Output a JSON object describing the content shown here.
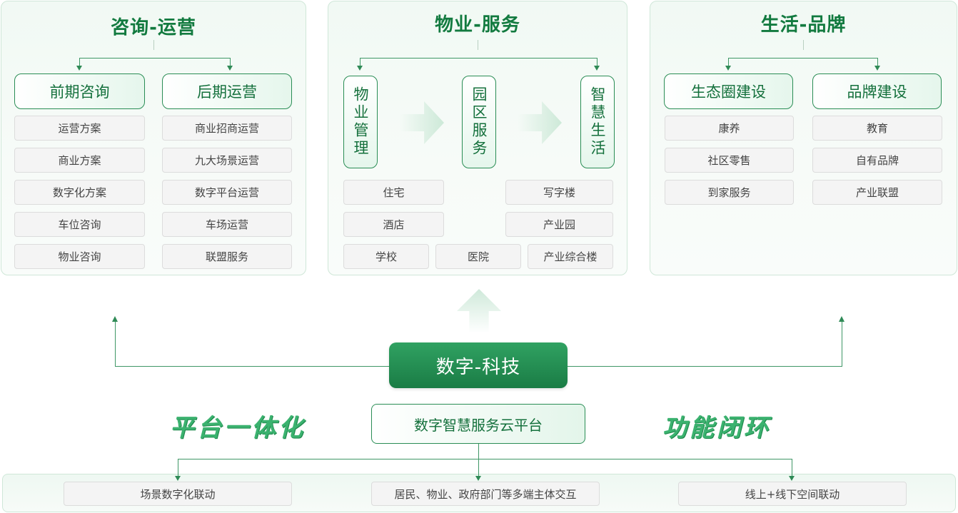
{
  "consulting": {
    "title": "咨询-运营",
    "left_head": "前期咨询",
    "right_head": "后期运营",
    "left_items": [
      "运营方案",
      "商业方案",
      "数字化方案",
      "车位咨询",
      "物业咨询"
    ],
    "right_items": [
      "商业招商运营",
      "九大场景运营",
      "数字平台运营",
      "车场运营",
      "联盟服务"
    ]
  },
  "property": {
    "title": "物业-服务",
    "steps": [
      "物业管理",
      "园区服务",
      "智慧生活"
    ],
    "items": [
      "住宅",
      "写字楼",
      "酒店",
      "产业园",
      "学校",
      "医院",
      "产业综合楼"
    ]
  },
  "life": {
    "title": "生活-品牌",
    "left_head": "生态圈建设",
    "right_head": "品牌建设",
    "left_items": [
      "康养",
      "社区零售",
      "到家服务"
    ],
    "right_items": [
      "教育",
      "自有品牌",
      "产业联盟"
    ]
  },
  "tech": {
    "label": "数字-科技"
  },
  "platform": {
    "label": "数字智慧服务云平台"
  },
  "slogans": {
    "left": "平台一体化",
    "right": "功能闭环"
  },
  "bottom": {
    "items": [
      "场景数字化联动",
      "居民、物业、政府部门等多端主体交互",
      "线上+线下空间联动"
    ]
  },
  "colors": {
    "brand_green": "#1a7c45",
    "title_green": "#127a3f",
    "slogan_green": "#3bb26f"
  }
}
